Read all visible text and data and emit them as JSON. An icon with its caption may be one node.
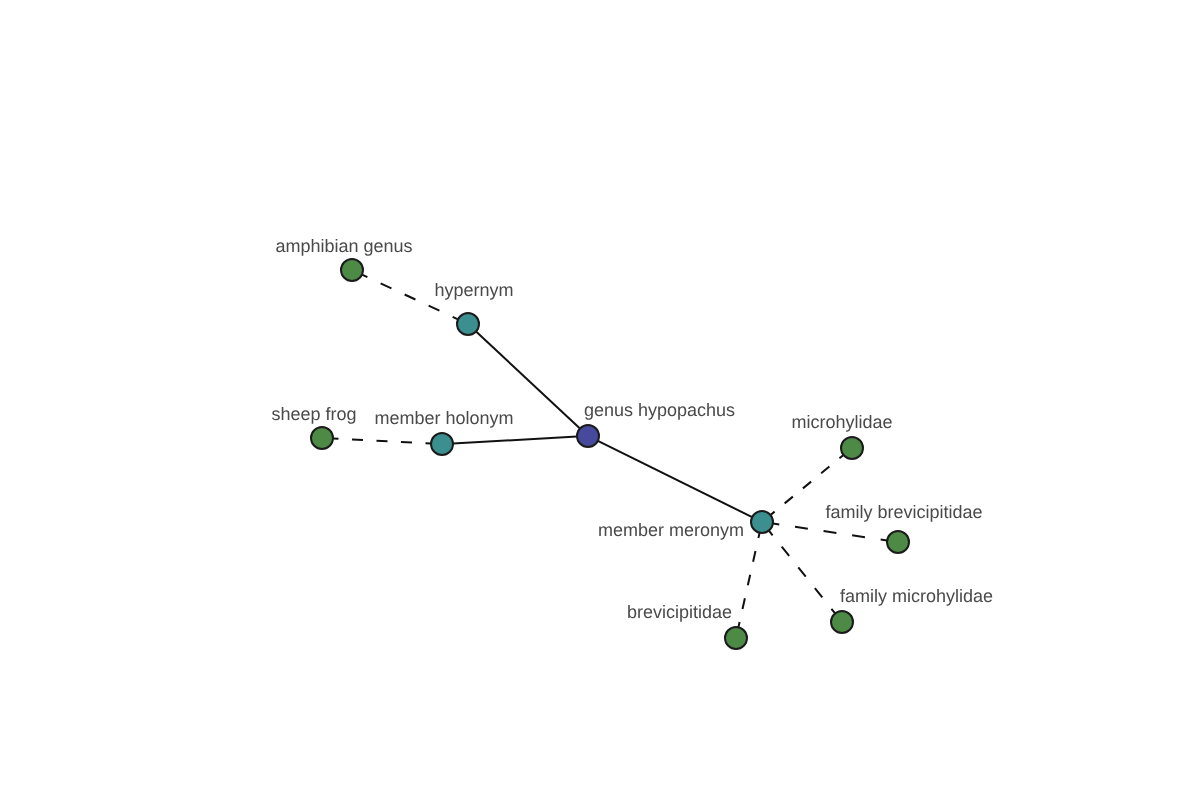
{
  "diagram": {
    "nodes": [
      {
        "text": [],
        "shape": "circle",
        "beside": [
          "amphibian genus"
        ]
      },
      {
        "text": [],
        "shape": "circle",
        "beside": [
          "hypernym"
        ]
      },
      {
        "text": [],
        "shape": "circle",
        "beside": [
          "genus hypopachus"
        ]
      },
      {
        "text": [],
        "shape": "circle",
        "beside": [
          "sheep frog"
        ]
      },
      {
        "text": [],
        "shape": "circle",
        "beside": [
          "member holonym"
        ]
      },
      {
        "text": [],
        "shape": "circle",
        "beside": [
          "microhylidae"
        ]
      },
      {
        "text": [],
        "shape": "circle",
        "beside": [
          "member meronym"
        ]
      },
      {
        "text": [],
        "shape": "circle",
        "beside": [
          "family brevicipitidae"
        ]
      },
      {
        "text": [],
        "shape": "circle",
        "beside": [
          "family microhylidae"
        ]
      },
      {
        "text": [],
        "shape": "circle",
        "beside": [
          "brevicipitidae"
        ]
      }
    ],
    "edges": [
      {
        "from": 2,
        "to": 1,
        "arrow": "none"
      },
      {
        "from": 1,
        "to": 0,
        "arrow": "none",
        "style": "dashed"
      },
      {
        "from": 2,
        "to": 4,
        "arrow": "none"
      },
      {
        "from": 4,
        "to": 3,
        "arrow": "none",
        "style": "dashed"
      },
      {
        "from": 2,
        "to": 6,
        "arrow": "none"
      },
      {
        "from": 6,
        "to": 5,
        "arrow": "none",
        "style": "dashed"
      },
      {
        "from": 6,
        "to": 7,
        "arrow": "none",
        "style": "dashed"
      },
      {
        "from": 6,
        "to": 8,
        "arrow": "none",
        "style": "dashed"
      },
      {
        "from": 6,
        "to": 9,
        "arrow": "none",
        "style": "dashed"
      }
    ]
  }
}
